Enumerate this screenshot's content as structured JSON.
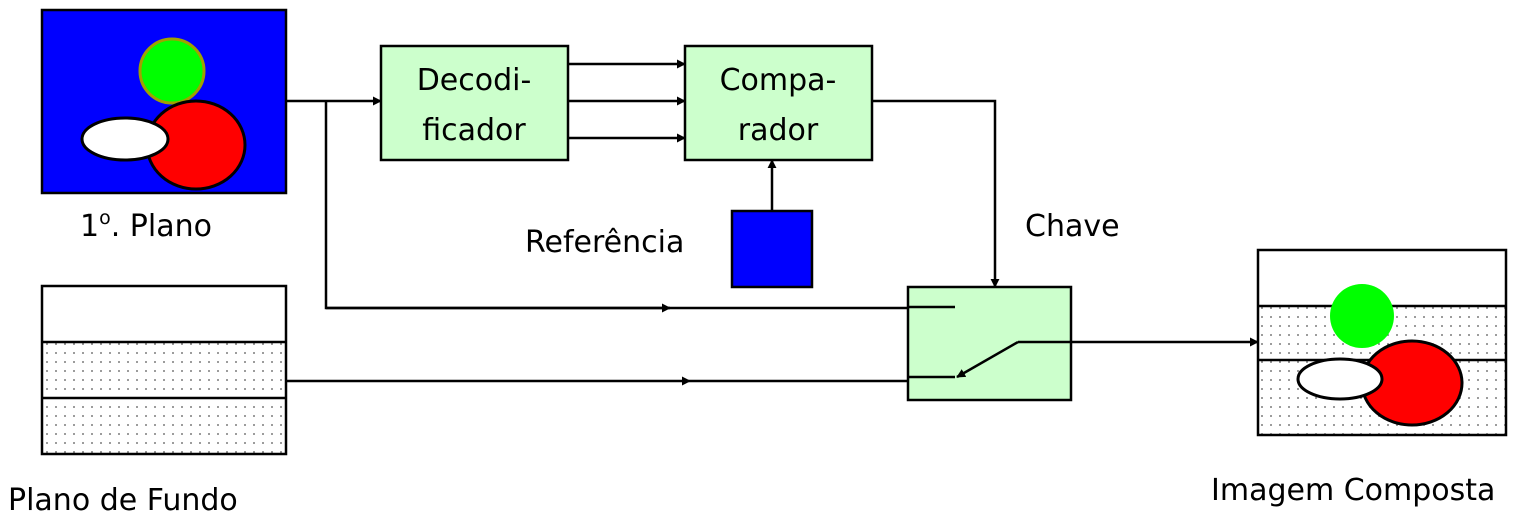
{
  "labels": {
    "foreground": "1",
    "foreground_sup": "o",
    "foreground_rest": ". Plano",
    "background": "Plano  de Fundo",
    "reference": "Referência",
    "key": "Chave",
    "composite": "Imagem Composta"
  },
  "blocks": {
    "decoder_line1": "Decodi-",
    "decoder_line2": "ficador",
    "comparator_line1": "Compa-",
    "comparator_line2": "rador"
  },
  "colors": {
    "foreground_bg": "#0000FF",
    "block_fill": "#CCFFCC",
    "green_circle": "#00FF00",
    "red_ellipse": "#FF0000",
    "reference_fill": "#0000FF"
  }
}
